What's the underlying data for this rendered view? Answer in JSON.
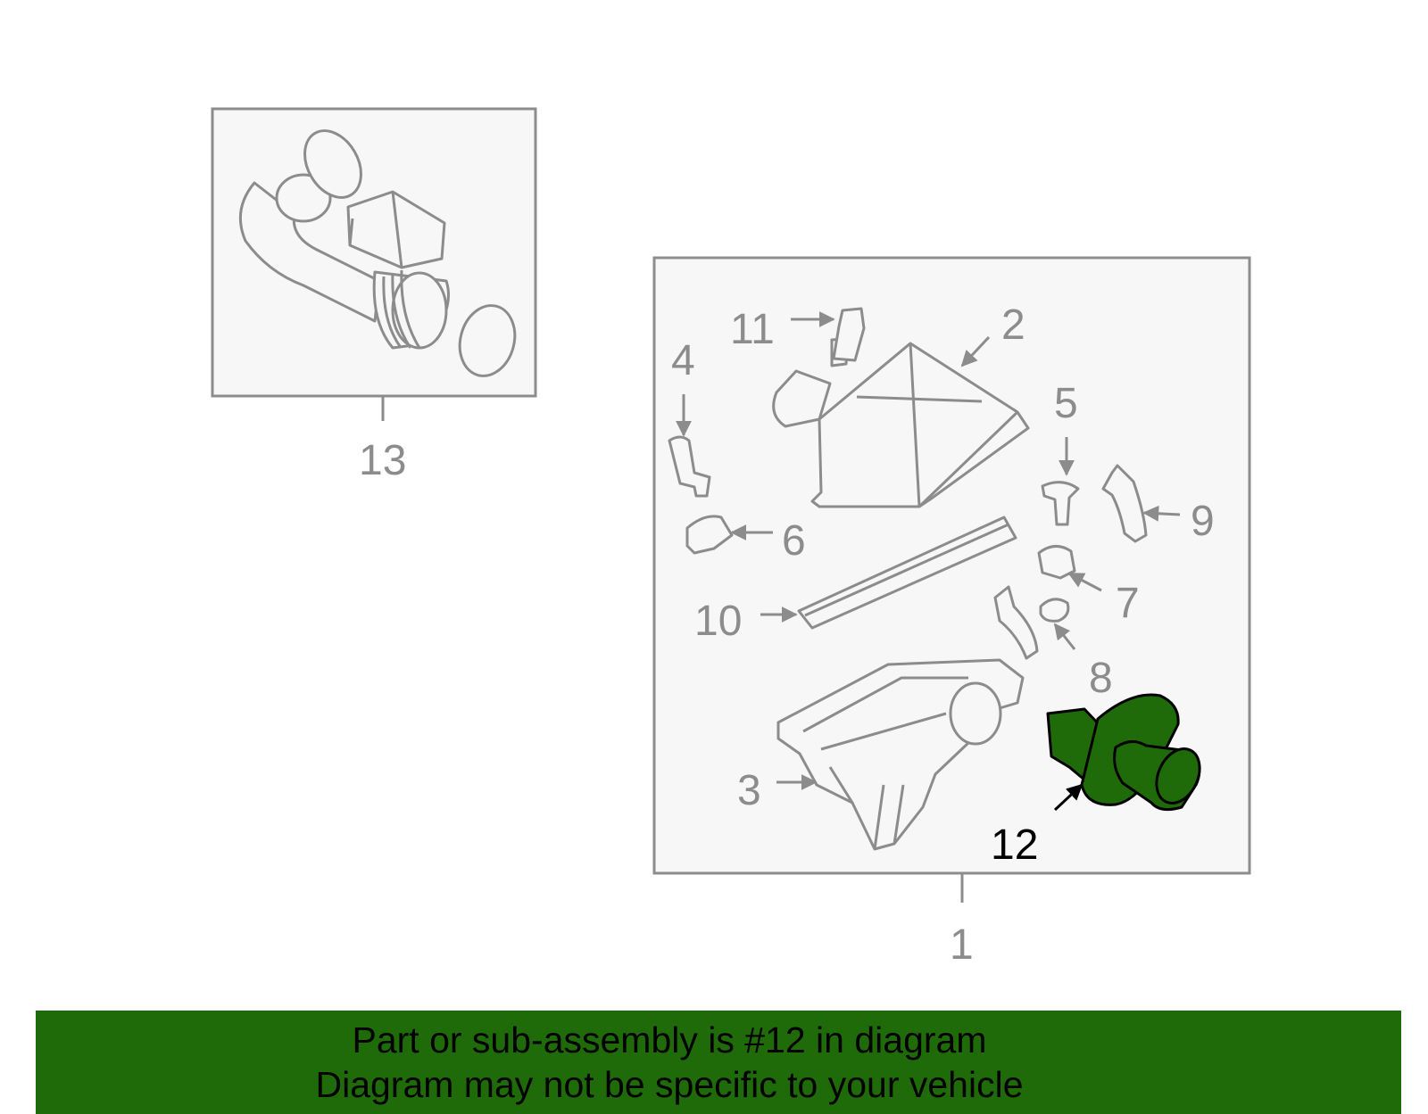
{
  "callouts": {
    "c1": "1",
    "c2": "2",
    "c3": "3",
    "c4": "4",
    "c5": "5",
    "c6": "6",
    "c7": "7",
    "c8": "8",
    "c9": "9",
    "c10": "10",
    "c11": "11",
    "c12": "12",
    "c13": "13"
  },
  "highlight_color": "#1f6b0a",
  "banner": {
    "line1": "Part or sub-assembly is #12 in diagram",
    "line2": "Diagram may not be specific to your vehicle"
  }
}
